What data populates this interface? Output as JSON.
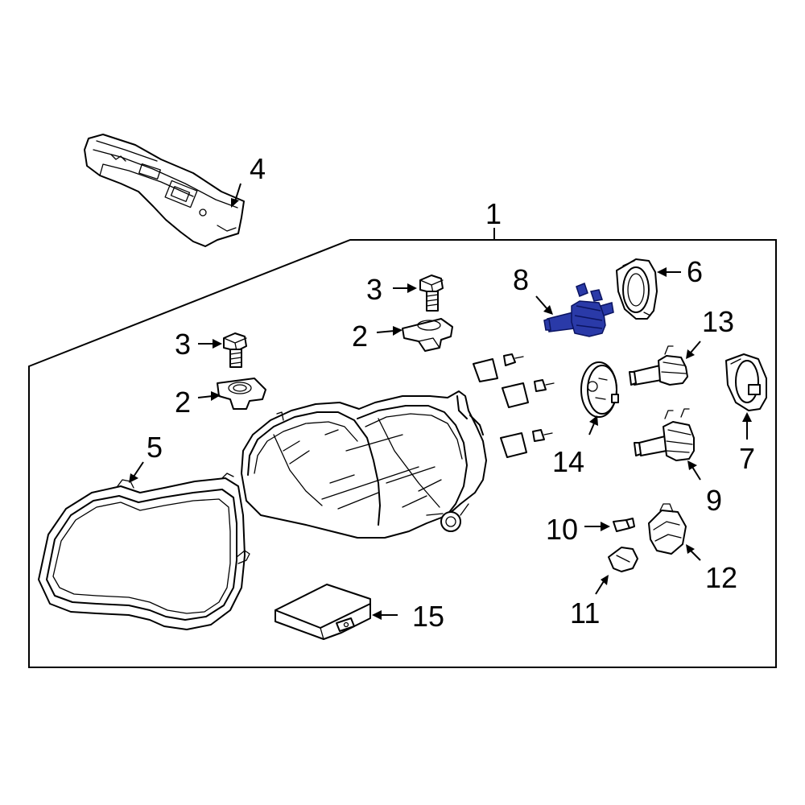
{
  "diagram": {
    "highlight_color": "#2a3aa8",
    "callouts": [
      {
        "id": "c1",
        "text": "1"
      },
      {
        "id": "c2a",
        "text": "2"
      },
      {
        "id": "c2b",
        "text": "2"
      },
      {
        "id": "c3a",
        "text": "3"
      },
      {
        "id": "c3b",
        "text": "3"
      },
      {
        "id": "c4",
        "text": "4"
      },
      {
        "id": "c5",
        "text": "5"
      },
      {
        "id": "c6",
        "text": "6"
      },
      {
        "id": "c7",
        "text": "7"
      },
      {
        "id": "c8",
        "text": "8"
      },
      {
        "id": "c9",
        "text": "9"
      },
      {
        "id": "c10",
        "text": "10"
      },
      {
        "id": "c11",
        "text": "11"
      },
      {
        "id": "c12",
        "text": "12"
      },
      {
        "id": "c13",
        "text": "13"
      },
      {
        "id": "c14",
        "text": "14"
      },
      {
        "id": "c15",
        "text": "15"
      }
    ],
    "parts": [
      {
        "id": "p1",
        "icon": "headlamp-assembly-icon",
        "highlighted": false
      },
      {
        "id": "p2",
        "icon": "bracket-clip-icon",
        "highlighted": false
      },
      {
        "id": "p3",
        "icon": "bolt-icon",
        "highlighted": false
      },
      {
        "id": "p4",
        "icon": "mounting-bracket-icon",
        "highlighted": false
      },
      {
        "id": "p5",
        "icon": "lens-gasket-icon",
        "highlighted": false
      },
      {
        "id": "p6",
        "icon": "bulb-cover-icon",
        "highlighted": false
      },
      {
        "id": "p7",
        "icon": "bulb-cover-icon",
        "highlighted": false
      },
      {
        "id": "p8",
        "icon": "headlight-bulb-icon",
        "highlighted": true
      },
      {
        "id": "p9",
        "icon": "headlight-bulb-icon",
        "highlighted": false
      },
      {
        "id": "p10",
        "icon": "wedge-bulb-icon",
        "highlighted": false
      },
      {
        "id": "p11",
        "icon": "turn-signal-bulb-icon",
        "highlighted": false
      },
      {
        "id": "p12",
        "icon": "bulb-socket-icon",
        "highlighted": false
      },
      {
        "id": "p13",
        "icon": "headlight-bulb-icon",
        "highlighted": false
      },
      {
        "id": "p14",
        "icon": "bulb-cap-icon",
        "highlighted": false
      },
      {
        "id": "p15",
        "icon": "ballast-module-icon",
        "highlighted": false
      }
    ]
  }
}
